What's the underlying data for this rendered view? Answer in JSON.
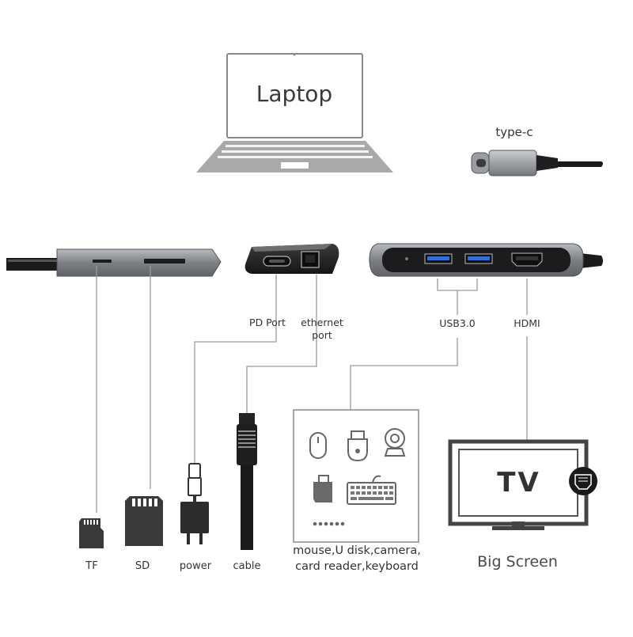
{
  "labels": {
    "laptop": "Laptop",
    "typec": "type-c",
    "pd_port": "PD Port",
    "ethernet_line1": "ethernet",
    "ethernet_line2": "port",
    "usb": "USB3.0",
    "hdmi": "HDMI",
    "tf": "TF",
    "sd": "SD",
    "power": "power",
    "cable": "cable",
    "devices_line1": "mouse,U disk,camera,",
    "devices_line2": "card reader,keyboard",
    "tv": "TV",
    "big_screen": "Big Screen"
  },
  "colors": {
    "hub_metal": "#8c8f94",
    "hub_dark": "#2a2a2c",
    "usb_blue": "#2f6fd6",
    "cable_black": "#1a1a1a",
    "line_gray": "#9a9a9a",
    "laptop_gray": "#a9a9a9"
  },
  "icons": [
    "laptop-icon",
    "type-c-plug-icon",
    "tf-card-icon",
    "sd-card-icon",
    "power-adapter-icon",
    "ethernet-cable-icon",
    "mouse-icon",
    "u-disk-icon",
    "camera-icon",
    "card-reader-icon",
    "keyboard-icon",
    "tv-icon",
    "hdmi-port-icon"
  ]
}
